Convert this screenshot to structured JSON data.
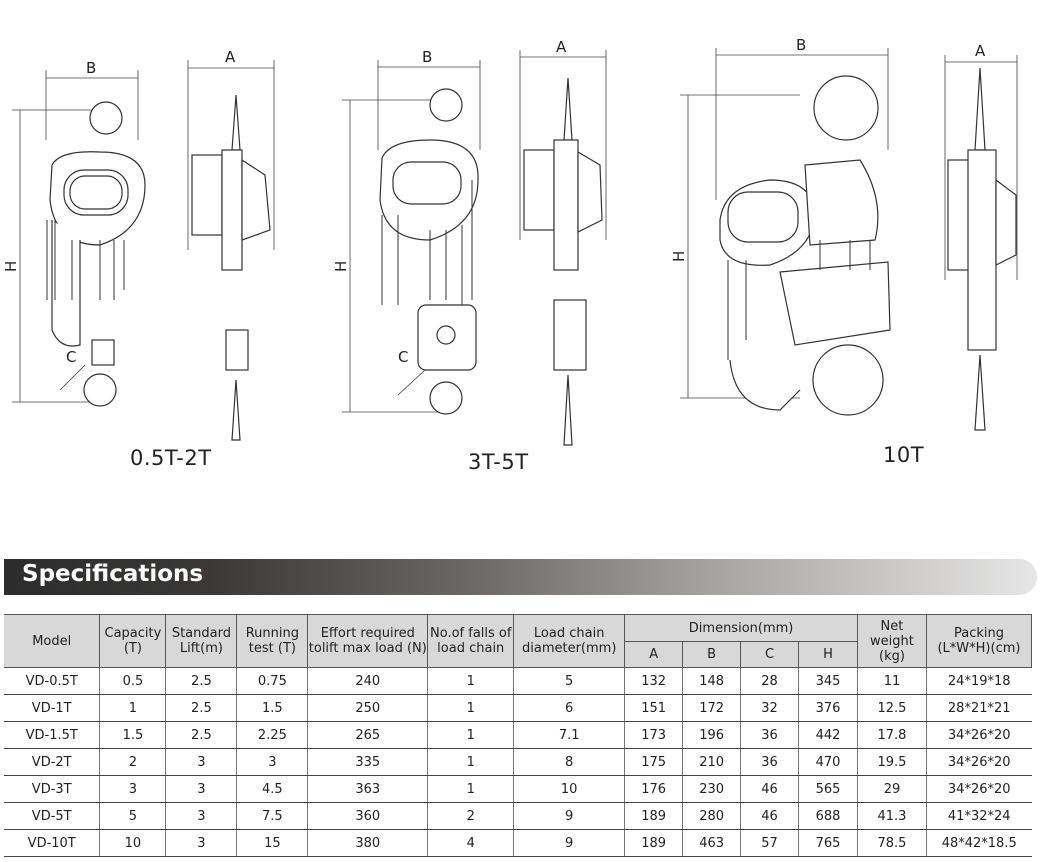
{
  "diagrams": [
    {
      "caption": "0.5T-2T",
      "labels": {
        "A": "A",
        "B": "B",
        "H": "H",
        "C": "C"
      }
    },
    {
      "caption": "3T-5T",
      "labels": {
        "A": "A",
        "B": "B",
        "H": "H",
        "C": "C"
      }
    },
    {
      "caption": "10T",
      "labels": {
        "A": "A",
        "B": "B",
        "H": "H"
      }
    }
  ],
  "section_title": "Specifications",
  "table": {
    "headers": {
      "model": "Model",
      "capacity": "Capacity (T)",
      "lift": "Standard Lift(m)",
      "running": "Running test (T)",
      "effort": "Effort required tolift max load (N)",
      "falls": "No.of falls of load chain",
      "chain": "Load chain diameter(mm)",
      "dimension": "Dimension(mm)",
      "A": "A",
      "B": "B",
      "C": "C",
      "H": "H",
      "weight": "Net weight (kg)",
      "packing": "Packing (L*W*H)(cm)"
    },
    "rows": [
      [
        "VD-0.5T",
        "0.5",
        "2.5",
        "0.75",
        "240",
        "1",
        "5",
        "132",
        "148",
        "28",
        "345",
        "11",
        "24*19*18"
      ],
      [
        "VD-1T",
        "1",
        "2.5",
        "1.5",
        "250",
        "1",
        "6",
        "151",
        "172",
        "32",
        "376",
        "12.5",
        "28*21*21"
      ],
      [
        "VD-1.5T",
        "1.5",
        "2.5",
        "2.25",
        "265",
        "1",
        "7.1",
        "173",
        "196",
        "36",
        "442",
        "17.8",
        "34*26*20"
      ],
      [
        "VD-2T",
        "2",
        "3",
        "3",
        "335",
        "1",
        "8",
        "175",
        "210",
        "36",
        "470",
        "19.5",
        "34*26*20"
      ],
      [
        "VD-3T",
        "3",
        "3",
        "4.5",
        "363",
        "1",
        "10",
        "176",
        "230",
        "46",
        "565",
        "29",
        "34*26*20"
      ],
      [
        "VD-5T",
        "5",
        "3",
        "7.5",
        "360",
        "2",
        "9",
        "189",
        "280",
        "46",
        "688",
        "41.3",
        "41*32*24"
      ],
      [
        "VD-10T",
        "10",
        "3",
        "15",
        "380",
        "4",
        "9",
        "189",
        "463",
        "57",
        "765",
        "78.5",
        "48*42*18.5"
      ]
    ]
  }
}
